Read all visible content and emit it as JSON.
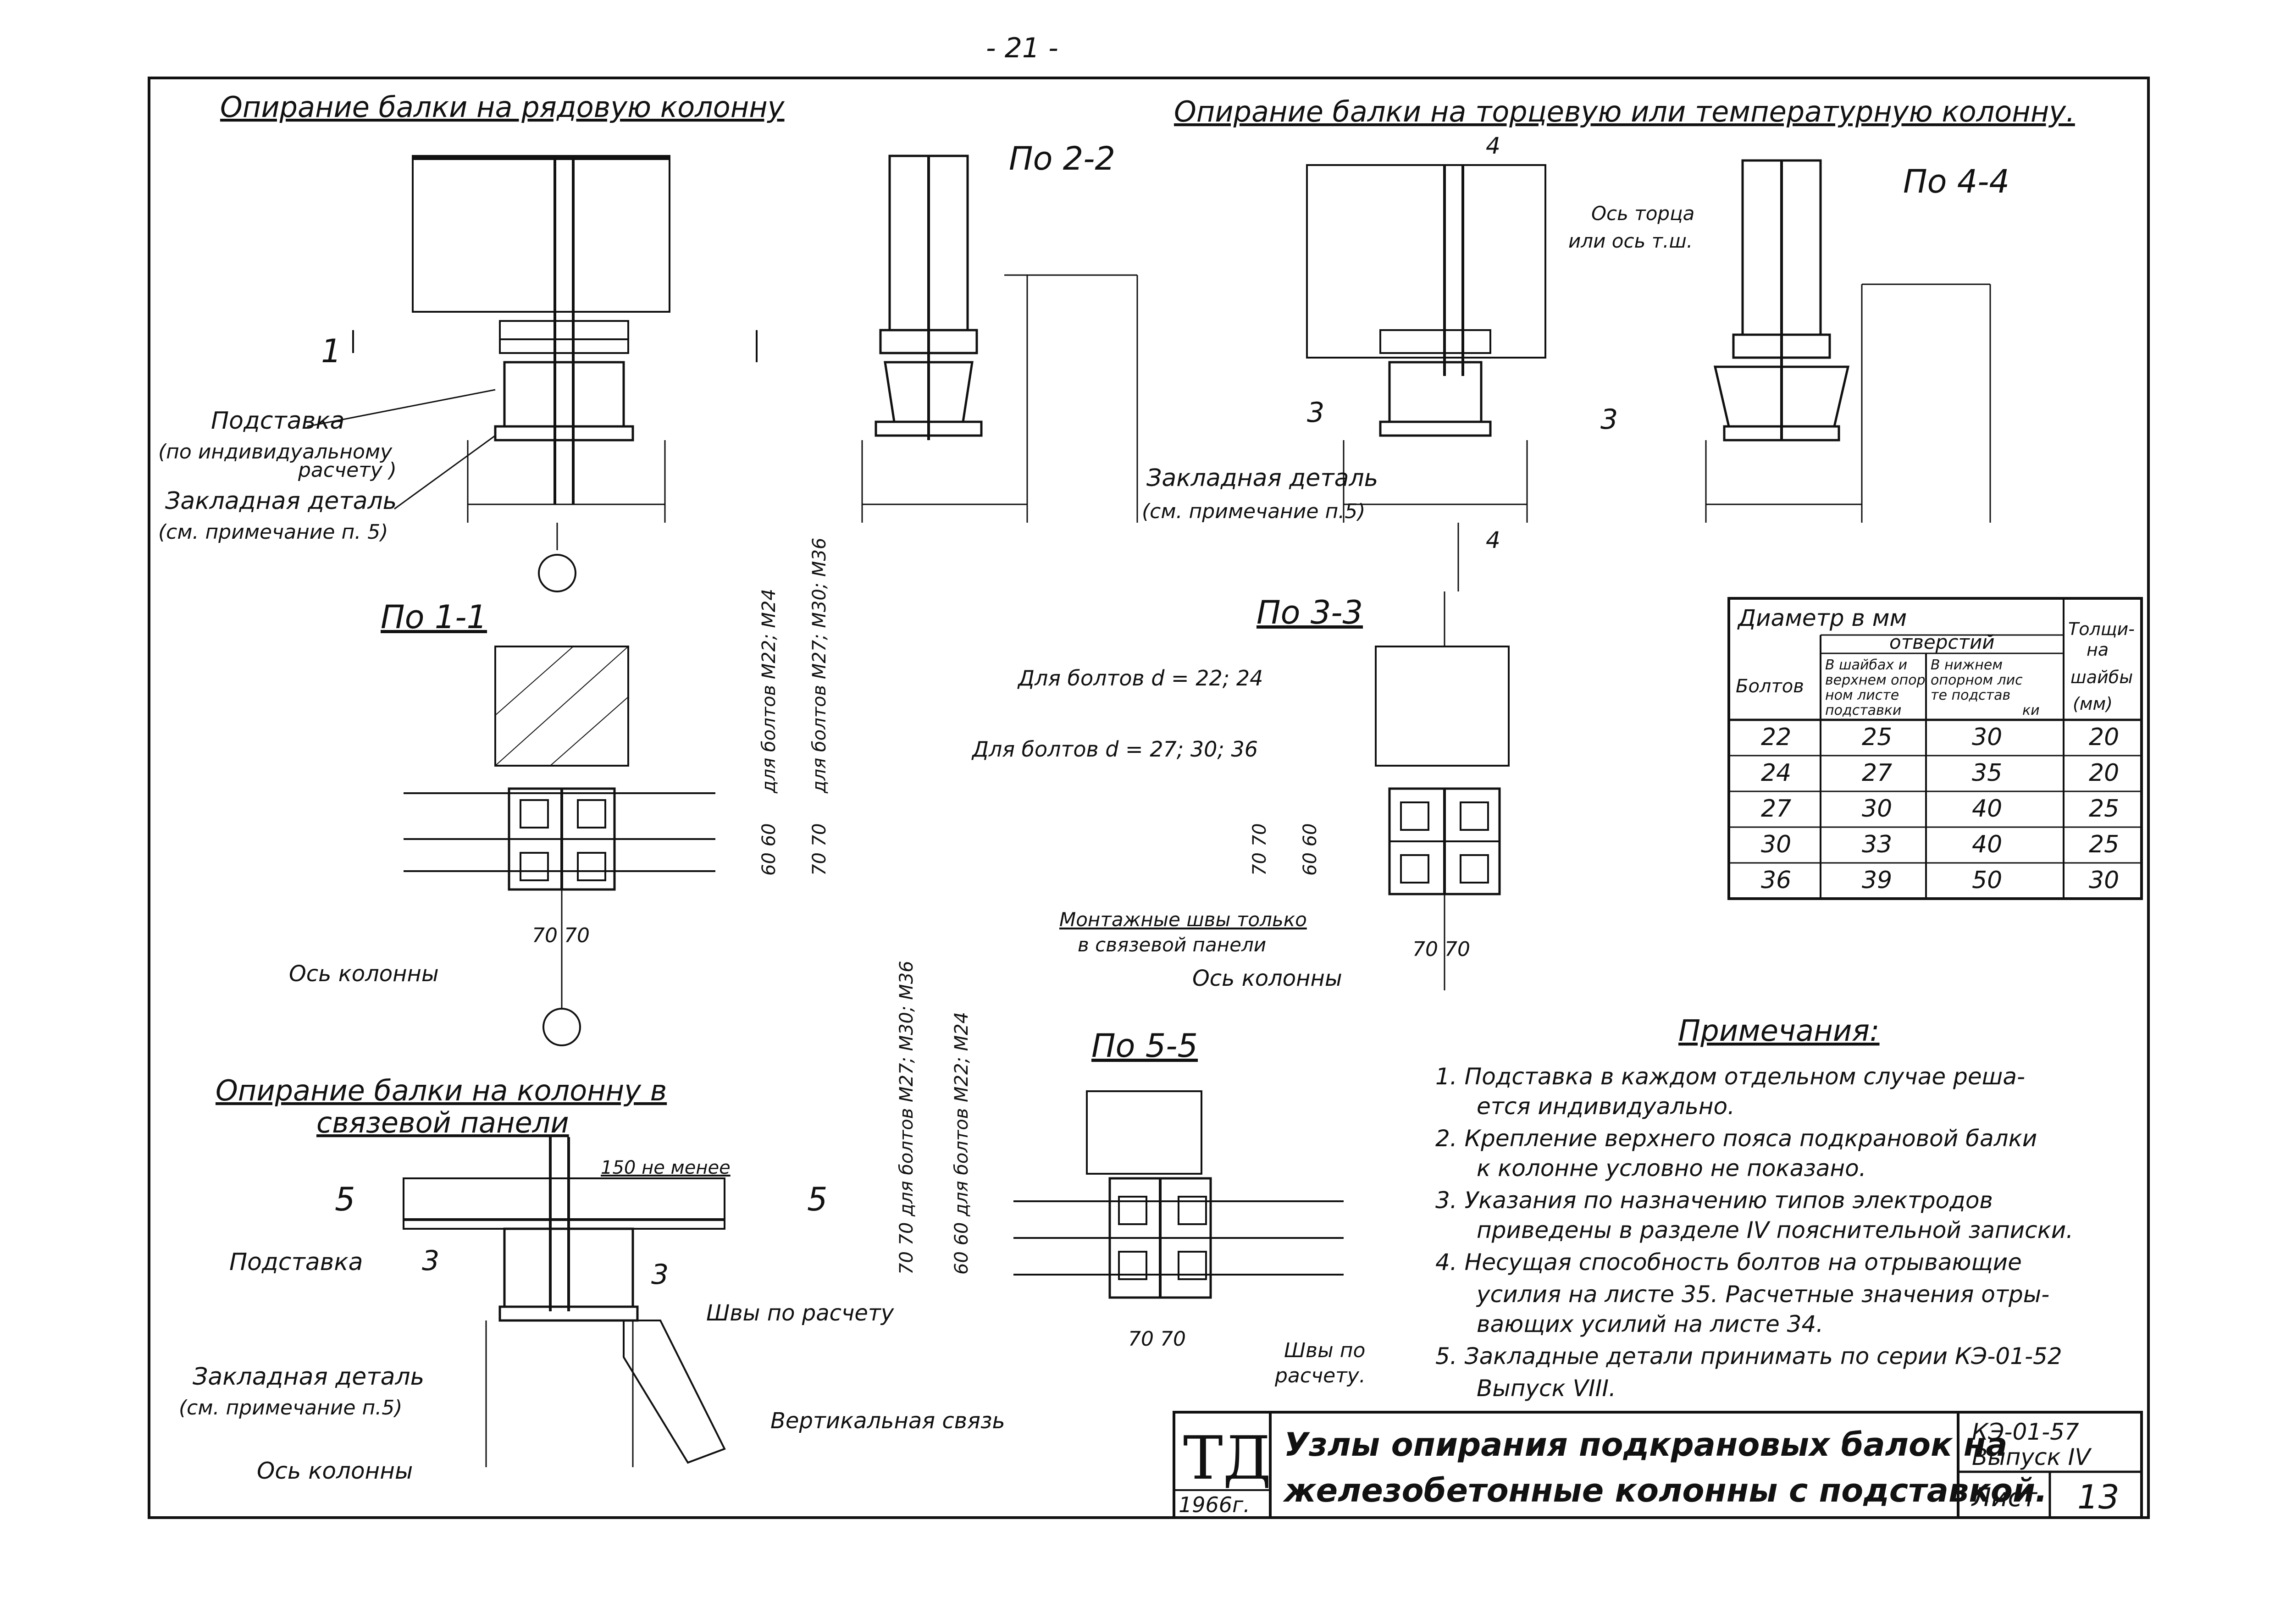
{
  "page_number": "- 21 -",
  "left_top": {
    "title": "Опирание балки на рядовую колонну",
    "podstavka": "Подставка",
    "podstavka_note1": "(по индивидуальному",
    "podstavka_note2": "расчету )",
    "zaklad": "Закладная деталь",
    "zaklad_note": "(см. примечание п. 5)",
    "mark1": "1"
  },
  "section_2_2": {
    "title": "По 2-2"
  },
  "right_top": {
    "title": "Опирание балки на торцевую или температурную колонну.",
    "axis1": "Ось торца",
    "axis2": "или ось т.ш.",
    "zaklad": "Закладная деталь",
    "zaklad_note": "(см. примечание п.5)",
    "mark3": "3",
    "mark4": "4"
  },
  "section_4_4": {
    "title": "По 4-4"
  },
  "section_1_1": {
    "title": "По 1-1",
    "dim_left": "60 60",
    "dim_right": "70 70",
    "dim_bottom": "70 70",
    "bolt_label_1": "для болтов М22; М24",
    "bolt_label_2": "для болтов М27; М30; М36",
    "axis": "Ось колонны"
  },
  "section_3_3": {
    "title": "По 3-3",
    "bolts_1": "Для болтов d = 22; 24",
    "bolts_2": "Для болтов d = 27; 30; 36",
    "dim_left1": "70 70",
    "dim_left2": "60 60",
    "dim_bottom": "70 70",
    "welds1": "Монтажные швы только",
    "welds2": "в связевой панели",
    "axis": "Ось колонны"
  },
  "section_5_5": {
    "title": "По 5-5",
    "bolt_label_1": "70 70 для болтов М27; М30; М36",
    "bolt_label_2": "60 60 для болтов М22; М24",
    "dim_bottom": "70 70",
    "welds1": "Швы по",
    "welds2": "расчету."
  },
  "left_bottom": {
    "title1": "Опирание балки на колонну в",
    "title2": "связевой панели",
    "min_dim": "150 не менее",
    "podstavka": "Подставка",
    "welds": "Швы по расчету",
    "zaklad": "Закладная деталь",
    "zaklad_note": "(см. примечание п.5)",
    "axis": "Ось колонны",
    "vert": "Вертикальная связь",
    "mark5": "5",
    "mark3": "3"
  },
  "table": {
    "header_diam": "Диаметр в мм",
    "header_holes": "отверстий",
    "header_bolts": "Болтов",
    "header_col2": [
      "В шайбах и",
      "верхнем опор",
      "ном листе",
      "подставки"
    ],
    "header_col3": [
      "В нижнем",
      "опорном лис",
      "те подстав",
      "ки"
    ],
    "header_thick": [
      "Толщи-",
      "на",
      "шайбы",
      "(мм)"
    ],
    "rows": [
      [
        "22",
        "25",
        "30",
        "20"
      ],
      [
        "24",
        "27",
        "35",
        "20"
      ],
      [
        "27",
        "30",
        "40",
        "25"
      ],
      [
        "30",
        "33",
        "40",
        "25"
      ],
      [
        "36",
        "39",
        "50",
        "30"
      ]
    ]
  },
  "notes": {
    "title": "Примечания:",
    "lines": [
      "1. Подставка в каждом отдельном случае реша-",
      "ется индивидуально.",
      "2. Крепление верхнего пояса подкрановой балки",
      "к колонне условно не показано.",
      "3. Указания по назначению типов электродов",
      "приведены в разделе IV пояснительной записки.",
      "4. Несущая способность болтов на отрывающие",
      "усилия на листе 35. Расчетные значения отры-",
      "вающих усилий на листе 34.",
      "5. Закладные детали принимать по серии КЭ-01-52",
      "Выпуск VIII."
    ]
  },
  "stamp": {
    "logo": "ТД",
    "year": "1966г.",
    "title1": "Узлы опирания подкрановых балок на",
    "title2": "железобетонные колонны с подставкой.",
    "series": "КЭ-01-57",
    "issue": "Выпуск IV",
    "sheet_label": "Лист",
    "sheet_no": "13"
  }
}
